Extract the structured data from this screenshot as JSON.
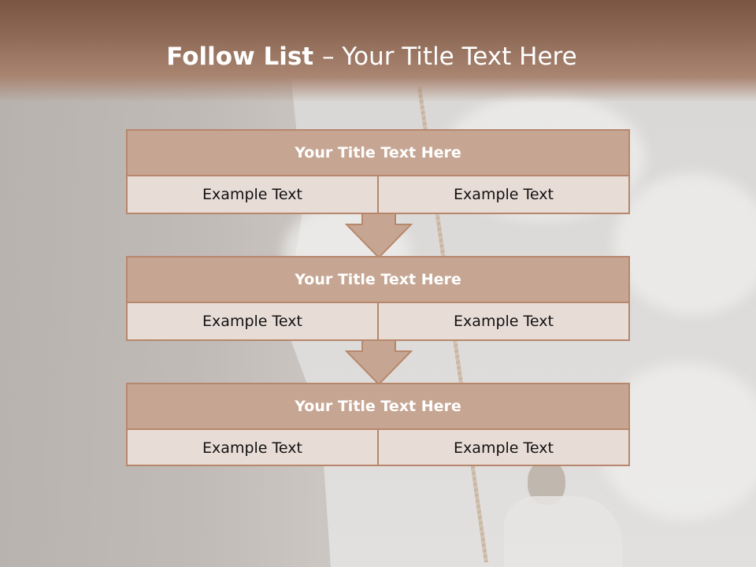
{
  "slide": {
    "title_bold": "Follow List ",
    "title_rest": " – Your Title Text Here"
  },
  "blocks": [
    {
      "title": "Your Title Text Here",
      "left": "Example Text",
      "right": "Example Text"
    },
    {
      "title": "Your Title Text Here",
      "left": "Example Text",
      "right": "Example Text"
    },
    {
      "title": "Your Title Text Here",
      "left": "Example Text",
      "right": "Example Text"
    }
  ],
  "colors": {
    "header": "#8e6a56",
    "block_header": "#c6a693",
    "block_body": "#e8dcd6",
    "border": "#b7876c"
  }
}
